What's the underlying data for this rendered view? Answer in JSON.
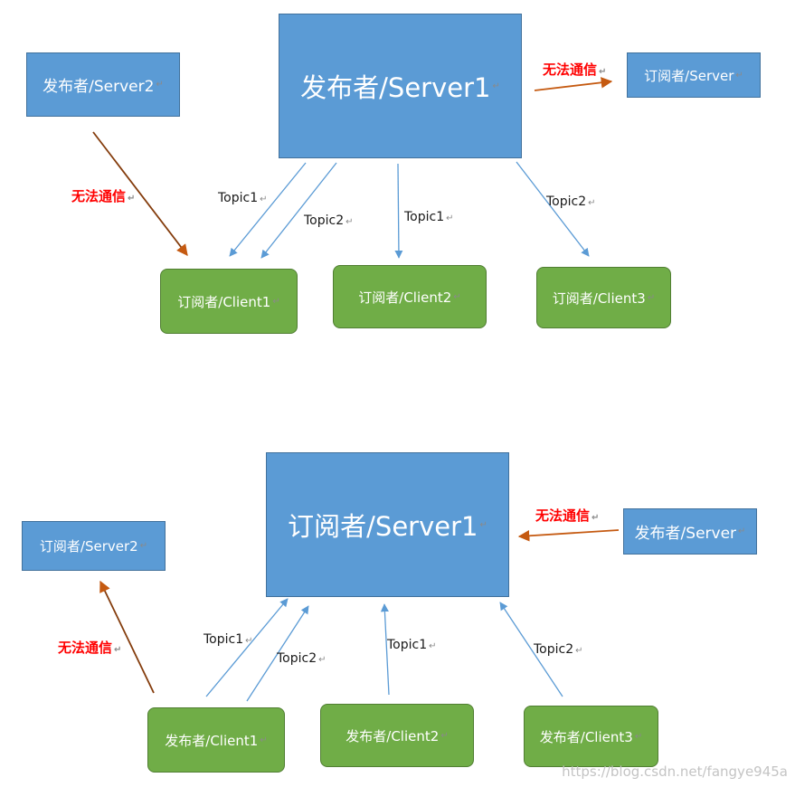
{
  "top": {
    "main_server": "发布者/Server1",
    "left_server": "发布者/Server2",
    "right_server": "订阅者/Server",
    "clients": [
      "订阅者/Client1",
      "订阅者/Client2",
      "订阅者/Client3"
    ],
    "topics": [
      "Topic1",
      "Topic2",
      "Topic1",
      "Topic2"
    ],
    "blocked_left": "无法通信",
    "blocked_right": "无法通信"
  },
  "bottom": {
    "main_server": "订阅者/Server1",
    "left_server": "订阅者/Server2",
    "right_server": "发布者/Server",
    "clients": [
      "发布者/Client1",
      "发布者/Client2",
      "发布者/Client3"
    ],
    "topics": [
      "Topic1",
      "Topic2",
      "Topic1",
      "Topic2"
    ],
    "blocked_left": "无法通信",
    "blocked_right": "无法通信"
  },
  "watermark": "https://blog.csdn.net/fangye945a",
  "colors": {
    "server_fill": "#5b9bd5",
    "client_fill": "#70ad47",
    "topic_arrow": "#5b9bd5",
    "blocked_arrow": "#c55a11",
    "blocked_text": "#ff0000"
  }
}
